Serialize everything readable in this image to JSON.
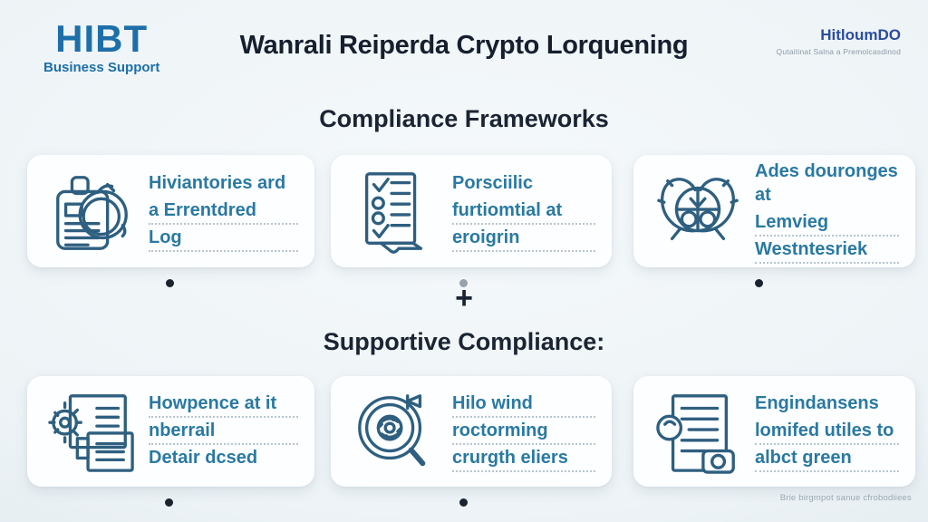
{
  "header": {
    "logo": {
      "title": "HIBT",
      "subtitle": "Business Support"
    },
    "title": "Wanrali Reiperda Crypto Lorquening",
    "brand_right": {
      "name": "HitloumDO",
      "tagline": "Qutaitinat Salna a Premolcasdinod"
    }
  },
  "sections": {
    "first_heading": "Compliance Frameworks",
    "plus_symbol": "+",
    "second_heading": "Supportive Compliance:"
  },
  "cards": [
    {
      "icon": "badge-search-icon",
      "lines": [
        {
          "text": "Hiviantories ard",
          "dotted": false
        },
        {
          "text": "a Errentdred",
          "dotted": true
        },
        {
          "text": "Log",
          "dotted": true
        }
      ]
    },
    {
      "icon": "checklist-icon",
      "lines": [
        {
          "text": "Porsciilic",
          "dotted": false
        },
        {
          "text": "furtiomtial at",
          "dotted": true
        },
        {
          "text": "eroigrin",
          "dotted": true
        }
      ]
    },
    {
      "icon": "winged-emblem-icon",
      "lines": [
        {
          "text": "Ades douronges at",
          "dotted": false
        },
        {
          "text": "Lemvieg",
          "dotted": true
        },
        {
          "text": "Westntesriek",
          "dotted": true
        }
      ]
    },
    {
      "icon": "documents-gear-icon",
      "lines": [
        {
          "text": "Howpence at it",
          "dotted": true
        },
        {
          "text": "nberrail",
          "dotted": true
        },
        {
          "text": "Detair dcsed",
          "dotted": false
        }
      ]
    },
    {
      "icon": "magnifier-gear-icon",
      "lines": [
        {
          "text": "Hilo wind",
          "dotted": true
        },
        {
          "text": "roctorming",
          "dotted": true
        },
        {
          "text": "crurgth eliers",
          "dotted": true
        }
      ]
    },
    {
      "icon": "document-stamp-icon",
      "lines": [
        {
          "text": "Engindansens",
          "dotted": false
        },
        {
          "text": "lomifed utiles to",
          "dotted": true
        },
        {
          "text": "albct green",
          "dotted": true
        }
      ]
    }
  ],
  "footer_note": "Brie birgmpot sanue cfrobodiiees",
  "colors": {
    "logo_blue": "#1d6fa9",
    "brand_blue": "#2b4d9e",
    "heading_navy": "#1b2433",
    "card_text_teal": "#2a79a2",
    "icon_stroke": "#2e5f80",
    "muted_gray": "#8e9aa6"
  }
}
